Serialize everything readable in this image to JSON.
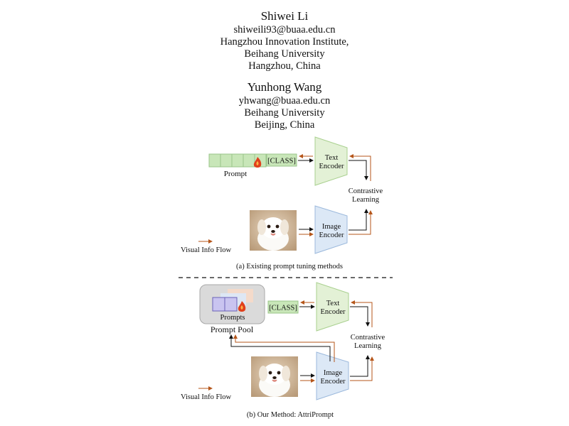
{
  "authors": [
    {
      "name": "Shiwei Li",
      "email": "shiwei​li93@buaa.edu.cn",
      "affiliation_lines": [
        "Hangzhou Innovation Institute,",
        "Beihang University",
        "Hangzhou, China"
      ]
    },
    {
      "name": "Yunhong Wang",
      "email": "yhwang@buaa.edu.cn",
      "affiliation_lines": [
        "Beihang University",
        "Beijing, China"
      ]
    }
  ],
  "figure": {
    "panel_a": {
      "prompt_label": "Prompt",
      "class_token": "[CLASS]",
      "text_encoder": [
        "Text",
        "Encoder"
      ],
      "image_encoder": [
        "Image",
        "Encoder"
      ],
      "contrastive": [
        "Contrastive",
        "Learning"
      ],
      "legend": "Visual Info Flow",
      "caption": "(a) Existing prompt tuning methods"
    },
    "panel_b": {
      "prompts_label": "Prompts",
      "pool_label": "Prompt Pool",
      "class_token": "[CLASS]",
      "text_encoder": [
        "Text",
        "Encoder"
      ],
      "image_encoder": [
        "Image",
        "Encoder"
      ],
      "contrastive": [
        "Contrastive",
        "Learning"
      ],
      "legend": "Visual Info Flow",
      "caption": "(b) Our Method: AttriPrompt"
    },
    "colors": {
      "prompt_green": "#c8e6b8",
      "text_encoder_green": "#e3f1d6",
      "image_encoder_blue": "#dce8f6",
      "prompt_purple": "#c9c4f0",
      "pool_gray": "#dadada",
      "visual_flow_orange": "#b5561a",
      "flame": "#e0401c"
    },
    "icons": [
      "flame-icon",
      "dog-image"
    ]
  }
}
